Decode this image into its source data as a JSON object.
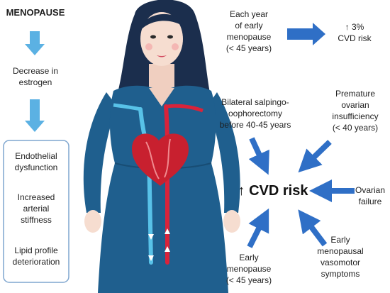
{
  "left_flow": {
    "title": "MENOPAUSE",
    "step1": "Decrease in\nestrogen",
    "effects": [
      "Endothelial\ndysfunction",
      "Increased\narterial\nstiffness",
      "Lipid profile\ndeterioration"
    ]
  },
  "center_label": "↑ CVD risk",
  "early_year": {
    "source": "Each year\nof early\nmenopause\n(< 45 years)",
    "result": "↑ 3%\nCVD risk"
  },
  "risk_factors": {
    "bso": "Bilateral salpingo-\noophorectomy\nbefore 40-45 years",
    "poi": "Premature\novarian\ninsufficiency\n(< 40 years)",
    "ovarian_failure": "Ovarian\nfailure",
    "early_menopause": "Early\nmenopause\n(< 45 years)",
    "vasomotor": "Early\nmenopausal\nvasomotor\nsymptoms"
  },
  "colors": {
    "arrow_blue": "#2f6fc6",
    "light_arrow": "#5bb1e3",
    "box_border": "#7fa6cf",
    "dress": "#1f5f8e",
    "dress_dark": "#184d74",
    "skin": "#f6ddd0",
    "hair": "#1b2e4d",
    "artery": "#d9233a",
    "vein": "#58c2e8",
    "heart": "#c8202f"
  },
  "icons": [
    "woman-illustration",
    "heart-icon",
    "blood-vessel-icon"
  ]
}
